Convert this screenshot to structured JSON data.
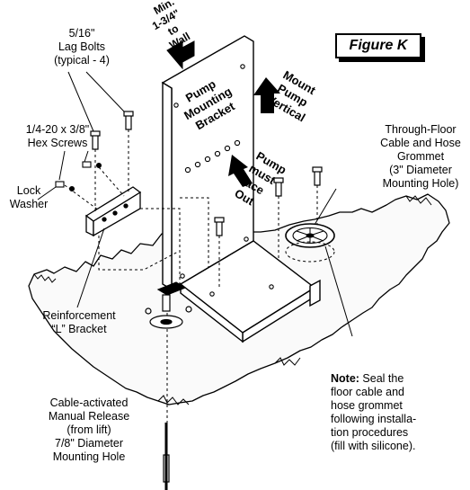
{
  "figure_label": "Figure K",
  "labels": {
    "lag_bolts": [
      "5/16\"",
      "Lag Bolts",
      "(typical - 4)"
    ],
    "hex_screws": [
      "1/4-20 x 3/8\"",
      "Hex Screws"
    ],
    "lock_washer": [
      "Lock",
      "Washer"
    ],
    "reinforcement": [
      "Reinforcement",
      "“L” Bracket"
    ],
    "manual_release": [
      "Cable-activated",
      "Manual Release",
      "(from lift)",
      "7/8\" Diameter",
      "Mounting Hole"
    ],
    "grommet": [
      "Through-Floor",
      "Cable and Hose",
      "Grommet",
      "(3\" Diameter",
      "Mounting Hole)"
    ],
    "note_title": "Note:",
    "note_lines": [
      " Seal the",
      "floor cable and",
      "hose grommet",
      "following installa-",
      "tion procedures",
      "(fill with silicone)."
    ]
  },
  "bracket_text": [
    "Pump",
    "Mounting",
    "Bracket"
  ],
  "arrows": {
    "wall": [
      "Min.",
      "1-3/4\"",
      "to",
      "Wall"
    ],
    "vertical": [
      "Mount",
      "Pump",
      "Vertical"
    ],
    "face_out": [
      "Pump",
      "must",
      "face",
      "Out"
    ]
  },
  "colors": {
    "ink": "#000000",
    "paper": "#ffffff",
    "floor_shade": "#f2f2f2"
  }
}
